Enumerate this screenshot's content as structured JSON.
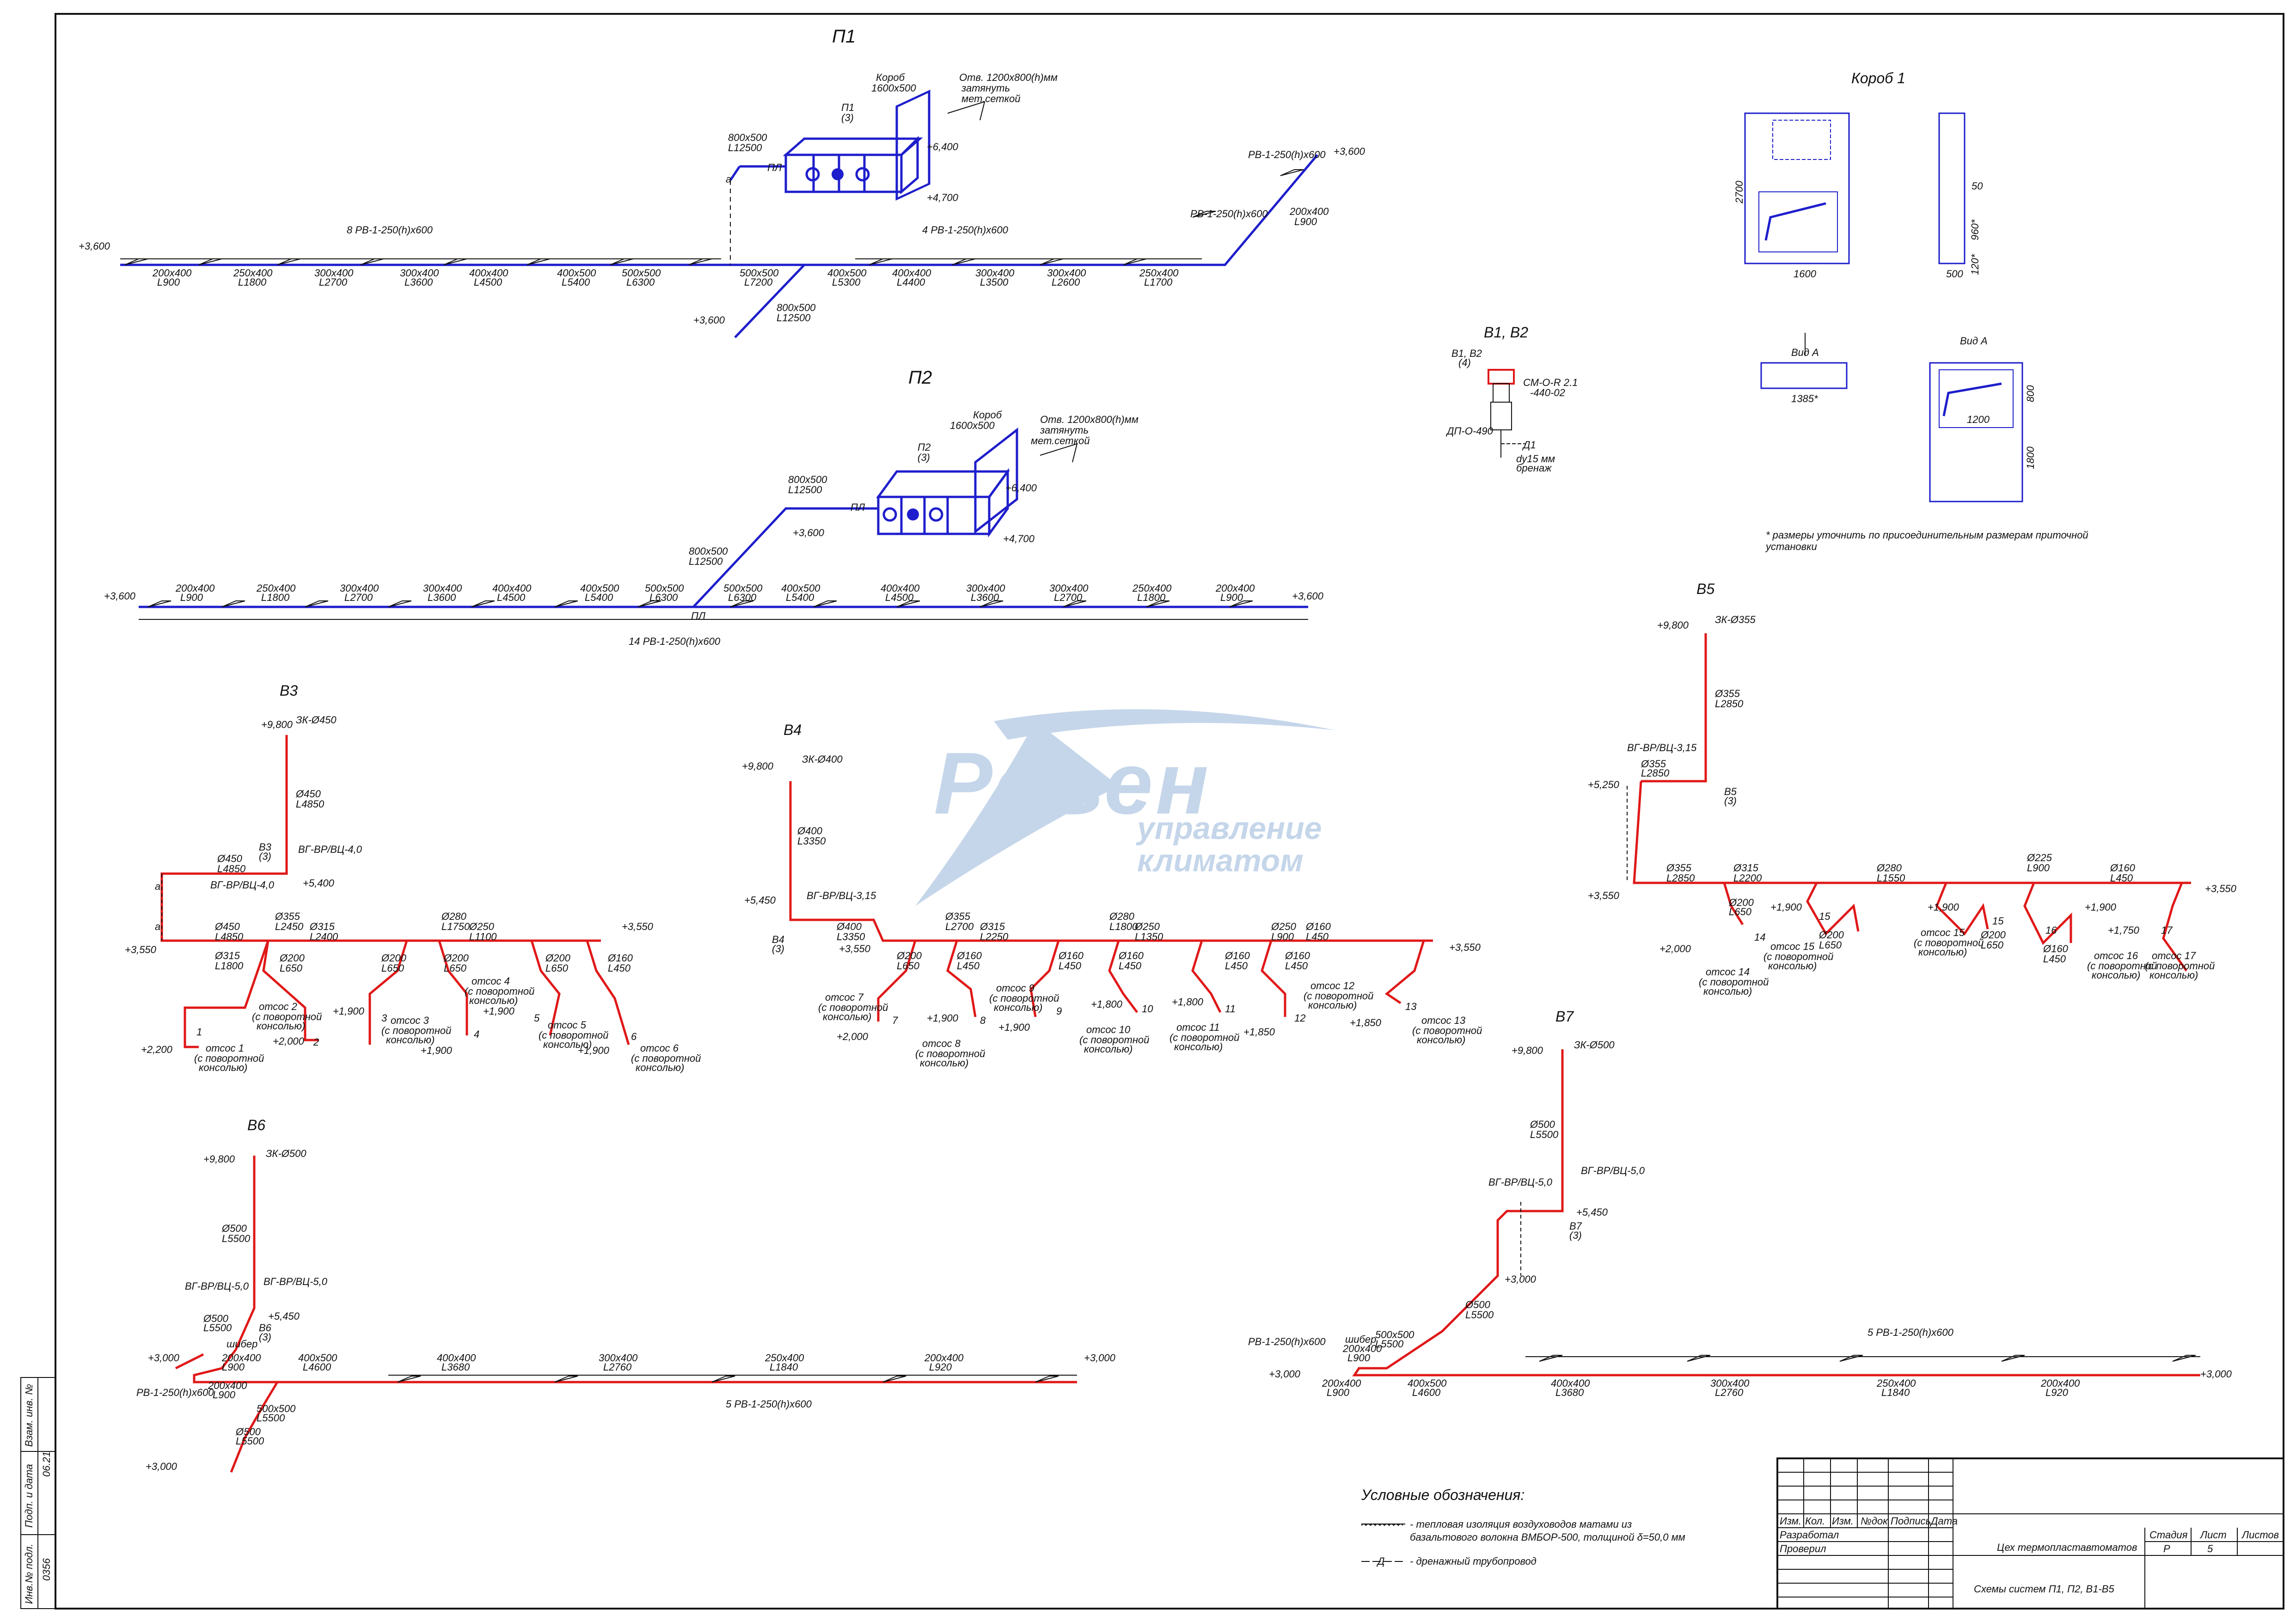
{
  "titles": {
    "p1": "П1",
    "p2": "П2",
    "b1b2": "В1, В2",
    "b3": "В3",
    "b4": "В4",
    "b5": "В5",
    "b6": "В6",
    "b7": "В7",
    "box": "Короб 1"
  },
  "p1": {
    "korob": "Короб",
    "korob_size": "1600х500",
    "otv": "Отв. 1200х800(h)мм",
    "otv2": "затянуть",
    "otv3": "мет.сеткой",
    "unit": "П1",
    "unit_n": "(3)",
    "duct1": "800х500",
    "duct1L": "L12500",
    "duct2": "800х500",
    "duct2L": "L12500",
    "lev_top": "+6,400",
    "lev_mid": "+4,700",
    "lev_left": "+3,600",
    "lev_bottom": "+3,600",
    "lev_right": "+3,600",
    "grille_left": "8 РВ-1-250(h)х600",
    "grille_right": "4 РВ-1-250(h)х600",
    "grille_r1": "РВ-1-250(h)х600",
    "grille_r2": "РВ-1-250(h)х600",
    "dim_r": "200х400",
    "dim_rL": "L900",
    "pp": "ПЛ",
    "a": "а",
    "segs": [
      {
        "s": "200х400",
        "l": "L900"
      },
      {
        "s": "250х400",
        "l": "L1800"
      },
      {
        "s": "300х400",
        "l": "L2700"
      },
      {
        "s": "300х400",
        "l": "L3600"
      },
      {
        "s": "400х400",
        "l": "L4500"
      },
      {
        "s": "400х500",
        "l": "L5400"
      },
      {
        "s": "500х500",
        "l": "L6300"
      },
      {
        "s": "500х500",
        "l": "L7200"
      },
      {
        "s": "400х500",
        "l": "L5300"
      },
      {
        "s": "400х400",
        "l": "L4400"
      },
      {
        "s": "300х400",
        "l": "L3500"
      },
      {
        "s": "300х400",
        "l": "L2600"
      },
      {
        "s": "250х400",
        "l": "L1700"
      }
    ]
  },
  "p2": {
    "korob": "Короб",
    "korob_size": "1600х500",
    "otv": "Отв. 1200х800(h)мм",
    "otv2": "затянуть",
    "otv3": "мет.сеткой",
    "unit": "П2",
    "unit_n": "(3)",
    "duct1": "800х500",
    "duct1L": "L12500",
    "duct2": "800х500",
    "duct2L": "L12500",
    "lev_top": "+6,400",
    "lev_mid": "+4,700",
    "lev_a": "+3,600",
    "lev_left": "+3,600",
    "lev_right": "+3,600",
    "grille": "14 РВ-1-250(h)х600",
    "pp": "ПЛ",
    "segs": [
      {
        "s": "200х400",
        "l": "L900"
      },
      {
        "s": "250х400",
        "l": "L1800"
      },
      {
        "s": "300х400",
        "l": "L2700"
      },
      {
        "s": "300х400",
        "l": "L3600"
      },
      {
        "s": "400х400",
        "l": "L4500"
      },
      {
        "s": "400х500",
        "l": "L5400"
      },
      {
        "s": "500х500",
        "l": "L6300"
      },
      {
        "s": "500х500",
        "l": "L6300"
      },
      {
        "s": "400х500",
        "l": "L5400"
      },
      {
        "s": "400х400",
        "l": "L4500"
      },
      {
        "s": "300х400",
        "l": "L3600"
      },
      {
        "s": "300х400",
        "l": "L2700"
      },
      {
        "s": "250х400",
        "l": "L1800"
      },
      {
        "s": "200х400",
        "l": "L900"
      }
    ]
  },
  "b1b2": {
    "unit": "В1, В2",
    "unit_n": "(4)",
    "fan": "СМ-О-R 2.1",
    "fan2": "-440-02",
    "dp": "ДП-О-490",
    "d1": "Д1",
    "drain": "dy15 мм",
    "drain2": "бренаж"
  },
  "box": {
    "h2700": "2700",
    "w1600": "1600",
    "w500": "500",
    "d50": "50",
    "d960": "960*",
    "d120": "120*",
    "vidA": "Вид А",
    "vidA2": "Вид А",
    "d1385": "1385*",
    "d1200": "1200",
    "d800": "800",
    "d1800": "1800",
    "note": "* размеры уточнить по присоединительным размерам приточной",
    "note2": "установки"
  },
  "b3": {
    "top": "+9,800",
    "zk": "ЗК-Ø450",
    "riser": "Ø450",
    "riserL": "L4850",
    "valve1": "ВГ-ВР/ВЦ-4,0",
    "valve2": "ВГ-ВР/ВЦ-4,0",
    "unit": "В3",
    "unit_n": "(3)",
    "lev_unit": "+5,400",
    "lev_main": "+3,550",
    "lev_right": "+3,550",
    "a": "а",
    "main1": "Ø450",
    "main1L": "L4850",
    "main2": "Ø450",
    "main2L": "L4850",
    "otsos": [
      {
        "n": "1",
        "t": "отсос 1",
        "lev": "+2,200"
      },
      {
        "n": "2",
        "t": "отсос 2",
        "lev": "+2,000"
      },
      {
        "n": "3",
        "t": "отсос 3",
        "lev": "+1,900"
      },
      {
        "n": "4",
        "t": "отсос 4",
        "lev": "+1,900"
      },
      {
        "n": "5",
        "t": "отсос 5",
        "lev": "+1,900"
      },
      {
        "n": "6",
        "t": "отсос 6",
        "lev": "+1,900"
      }
    ],
    "segs": [
      {
        "s": "Ø355",
        "l": "L2450"
      },
      {
        "s": "Ø315",
        "l": "L2400"
      },
      {
        "s": "Ø280",
        "l": "L1750"
      },
      {
        "s": "Ø250",
        "l": "L1100"
      },
      {
        "s": "Ø315",
        "l": "L1800"
      },
      {
        "s": "Ø200",
        "l": "L650"
      },
      {
        "s": "Ø200",
        "l": "L650"
      },
      {
        "s": "Ø200",
        "l": "L650"
      },
      {
        "s": "Ø200",
        "l": "L650"
      },
      {
        "s": "Ø160",
        "l": "L450"
      }
    ]
  },
  "b4": {
    "top": "+9,800",
    "zk": "ЗК-Ø400",
    "riser": "Ø400",
    "riserL": "L3350",
    "valve": "ВГ-ВР/ВЦ-3,15",
    "unit": "В4",
    "unit_n": "(3)",
    "lev_unit": "+5,450",
    "lev_main": "+3,550",
    "lev_right": "+3,550",
    "otsos": [
      {
        "n": "7",
        "t": "отсос 7",
        "lev": "+2,000"
      },
      {
        "n": "8",
        "t": "отсос 8",
        "lev": "+1,900"
      },
      {
        "n": "9",
        "t": "отсос 9",
        "lev": "+1,900"
      },
      {
        "n": "10",
        "t": "отсос 10",
        "lev": "+1,800"
      },
      {
        "n": "11",
        "t": "отсос 11",
        "lev": "+1,800"
      },
      {
        "n": "12",
        "t": "отсос 12",
        "lev": "+1,850"
      },
      {
        "n": "13",
        "t": "отсос 13",
        "lev": "+1,850"
      }
    ],
    "segs": [
      {
        "s": "Ø400",
        "l": "L3350"
      },
      {
        "s": "Ø355",
        "l": "L2700"
      },
      {
        "s": "Ø315",
        "l": "L2250"
      },
      {
        "s": "Ø280",
        "l": "L1800"
      },
      {
        "s": "Ø250",
        "l": "L1350"
      },
      {
        "s": "Ø250",
        "l": "L900"
      },
      {
        "s": "Ø160",
        "l": "L450"
      },
      {
        "s": "Ø200",
        "l": "L650"
      },
      {
        "s": "Ø160",
        "l": "L450"
      },
      {
        "s": "Ø160",
        "l": "L450"
      },
      {
        "s": "Ø160",
        "l": "L450"
      },
      {
        "s": "Ø160",
        "l": "L450"
      },
      {
        "s": "Ø160",
        "l": "L450"
      }
    ]
  },
  "b5": {
    "top": "+9,800",
    "zk": "ЗК-Ø355",
    "riser": "Ø355",
    "riserL": "L2850",
    "valve": "ВГ-ВР/ВЦ-3,15",
    "duct": "Ø355",
    "ductL": "L2850",
    "unit": "В5",
    "unit_n": "(3)",
    "lev_unit": "+5,250",
    "lev_main": "+3,550",
    "lev_right": "+3,550",
    "otsos": [
      {
        "n": "14",
        "t": "отсос 14",
        "lev": "+2,000"
      },
      {
        "n": "15",
        "t": "отсос 15",
        "lev": "+1,900"
      },
      {
        "n": "16",
        "t": "отсос 16",
        "lev": "+1,900"
      },
      {
        "n": "17",
        "t": "отсос 17",
        "lev": "+1,750"
      }
    ],
    "segs": [
      {
        "s": "Ø355",
        "l": "L2850"
      },
      {
        "s": "Ø315",
        "l": "L2200"
      },
      {
        "s": "Ø280",
        "l": "L1550"
      },
      {
        "s": "Ø225",
        "l": "L900"
      },
      {
        "s": "Ø160",
        "l": "L450"
      },
      {
        "s": "Ø200",
        "l": "L650"
      },
      {
        "s": "Ø200",
        "l": "L650"
      },
      {
        "s": "Ø200",
        "l": "L650"
      },
      {
        "s": "Ø160",
        "l": "L450"
      }
    ]
  },
  "b6": {
    "top": "+9,800",
    "zk": "ЗК-Ø500",
    "riser": "Ø500",
    "riserL": "L5500",
    "valve1": "ВГ-ВР/ВЦ-5,0",
    "valve2": "ВГ-ВР/ВЦ-5,0",
    "unit": "В6",
    "unit_n": "(3)",
    "duct": "Ø500",
    "ductL": "L5500",
    "lev_unit": "+5,450",
    "lev_main": "+3,000",
    "lev_right": "+3,000",
    "lev_bottom": "+3,000",
    "shiber": "шибер",
    "grille1": "РВ-1-250(h)х600",
    "grille2": "5 РВ-1-250(h)х600",
    "segs": [
      {
        "s": "200х400",
        "l": "L900"
      },
      {
        "s": "200х400",
        "l": "L900"
      },
      {
        "s": "400х500",
        "l": "L4600"
      },
      {
        "s": "400х400",
        "l": "L3680"
      },
      {
        "s": "300х400",
        "l": "L2760"
      },
      {
        "s": "250х400",
        "l": "L1840"
      },
      {
        "s": "200х400",
        "l": "L920"
      },
      {
        "s": "500х500",
        "l": "L5500"
      },
      {
        "s": "Ø500",
        "l": "L5500"
      }
    ]
  },
  "b7": {
    "top": "+9,800",
    "zk": "ЗК-Ø500",
    "riser": "Ø500",
    "riserL": "L5500",
    "valve1": "ВГ-ВР/ВЦ-5,0",
    "valve2": "ВГ-ВР/ВЦ-5,0",
    "unit": "В7",
    "unit_n": "(3)",
    "lev_unit": "+5,450",
    "lev_mid": "+3,000",
    "lev_main": "+3,000",
    "lev_right": "+3,000",
    "duct": "Ø500",
    "ductL": "L5500",
    "shiber": "шибер",
    "grille1": "РВ-1-250(h)х600",
    "grille2": "5 РВ-1-250(h)х600",
    "segs": [
      {
        "s": "200х400",
        "l": "L900"
      },
      {
        "s": "200х400",
        "l": "L900"
      },
      {
        "s": "500х500",
        "l": "L5500"
      },
      {
        "s": "400х500",
        "l": "L4600"
      },
      {
        "s": "400х400",
        "l": "L3680"
      },
      {
        "s": "300х400",
        "l": "L2760"
      },
      {
        "s": "250х400",
        "l": "L1840"
      },
      {
        "s": "200х400",
        "l": "L920"
      }
    ]
  },
  "common": {
    "console": "(с поворотной",
    "console2": "консолью)"
  },
  "legend": {
    "title": "Условные обозначения:",
    "l1": "- тепловая изоляция воздуховодов матами из",
    "l1b": "базальтового волокна ВМБОР-500, толщиной δ=50,0 мм",
    "l2": "- дренажный трубопровод",
    "d": "Д"
  },
  "stamp": {
    "h_izm": "Изм.",
    "h_kol": "Кол.",
    "h_izm2": "Изм.",
    "h_ndok": "№док",
    "h_podp": "Подпись",
    "h_data": "Дата",
    "razrab": "Разработал",
    "prover": "Проверил",
    "object": "Цех термопластавтоматов",
    "sheet_title": "Схемы систем П1, П2, В1-В5",
    "stadia": "Стадия",
    "list": "Лист",
    "listov": "Листов",
    "stadia_v": "Р",
    "list_v": "5"
  },
  "side": {
    "vzam": "Взам. инв. №",
    "podp": "Подп. и дата",
    "inv": "Инв.№ подл.",
    "date": "06.21",
    "invnum": "0356"
  },
  "watermark": {
    "brand": "Ровен",
    "tag1": "управление",
    "tag2": "климатом"
  },
  "colors": {
    "supply": "#1e1ecc",
    "exhaust": "#e01818",
    "watermark": "#c5d6ea"
  }
}
